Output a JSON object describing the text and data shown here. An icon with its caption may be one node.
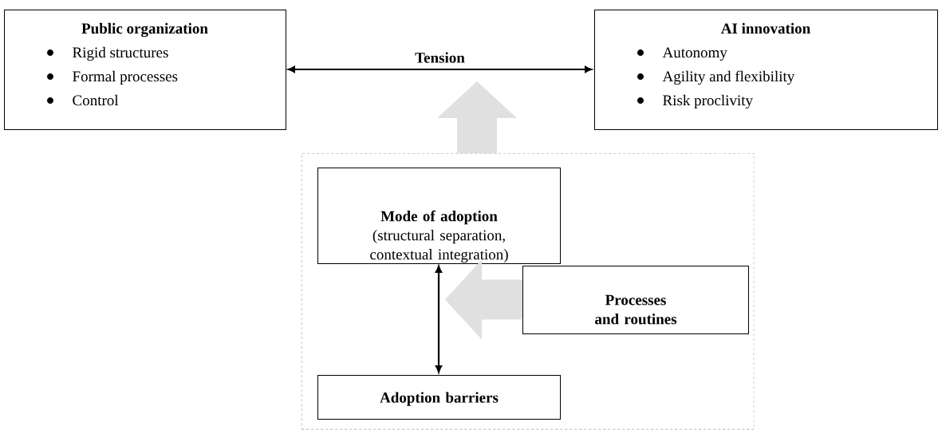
{
  "diagram": {
    "nodes": [
      {
        "text": [
          "Public organization",
          "Rigid structures",
          "Formal processes",
          "Control"
        ]
      },
      {
        "text": [
          "AI innovation",
          "Autonomy",
          "Agility and flexibility",
          "Risk proclivity"
        ]
      },
      {
        "text": [],
        "shape": "box"
      },
      {
        "text": [
          "Mode of adoption",
          "(structural separation, contextual integration)"
        ],
        "in": 2
      },
      {
        "text": [
          "Processes and routines"
        ],
        "in": 2
      },
      {
        "text": [
          "Adoption barriers"
        ],
        "in": 2
      }
    ],
    "edges": [
      {
        "from": 0,
        "to": 1,
        "arrow": "both",
        "label": "Tension"
      },
      {
        "from": 3,
        "to": 5,
        "arrow": "both"
      },
      {
        "from": 2,
        "to": null,
        "arrow": "to",
        "style": "thick",
        "color": "#e0e0e0"
      },
      {
        "from": 4,
        "to": null,
        "arrow": "to",
        "style": "thick",
        "color": "#e0e0e0"
      }
    ]
  }
}
